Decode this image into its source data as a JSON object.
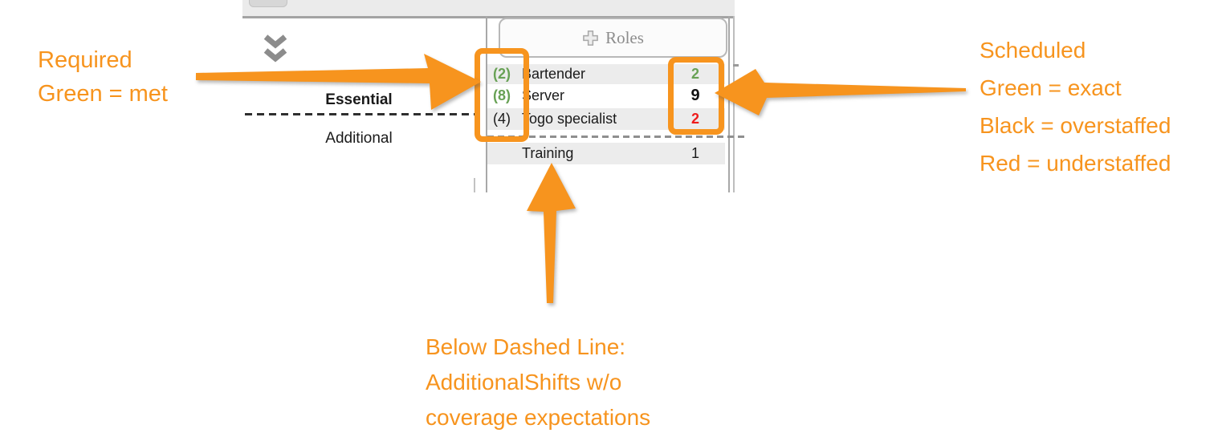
{
  "colors": {
    "accent_orange": "#f7941e",
    "met_green": "#68a155",
    "understaffed_red": "#ee1c1c",
    "overstaffed_black": "#111111"
  },
  "annotations": {
    "required_note": {
      "line1": "Required",
      "line2": "Green = met"
    },
    "scheduled_note": {
      "line1": "Scheduled",
      "line2": "Green = exact",
      "line3": "Black = overstaffed",
      "line4": "Red = understaffed"
    },
    "below_note": {
      "line1": "Below Dashed Line:",
      "line2": "AdditionalShifts w/o",
      "line3": "coverage expectations"
    },
    "arrow_icons": [
      "arrow-right-icon",
      "arrow-left-icon",
      "arrow-up-icon"
    ]
  },
  "left_column": {
    "essential_label": "Essential",
    "additional_label": "Additional"
  },
  "roles_panel": {
    "collapse_icon": "double-chevron-down-icon",
    "add_roles_button": {
      "label": "Roles",
      "icon": "plus-icon"
    },
    "essential_rows": [
      {
        "required": "(2)",
        "required_color": "green",
        "name": "Bartender",
        "scheduled": "2",
        "scheduled_color": "green"
      },
      {
        "required": "(8)",
        "required_color": "green",
        "name": "Server",
        "scheduled": "9",
        "scheduled_color": "black"
      },
      {
        "required": "(4)",
        "required_color": "plain",
        "name": "Togo specialist",
        "scheduled": "2",
        "scheduled_color": "red"
      }
    ],
    "additional_rows": [
      {
        "name": "Training",
        "scheduled": "1"
      }
    ]
  }
}
